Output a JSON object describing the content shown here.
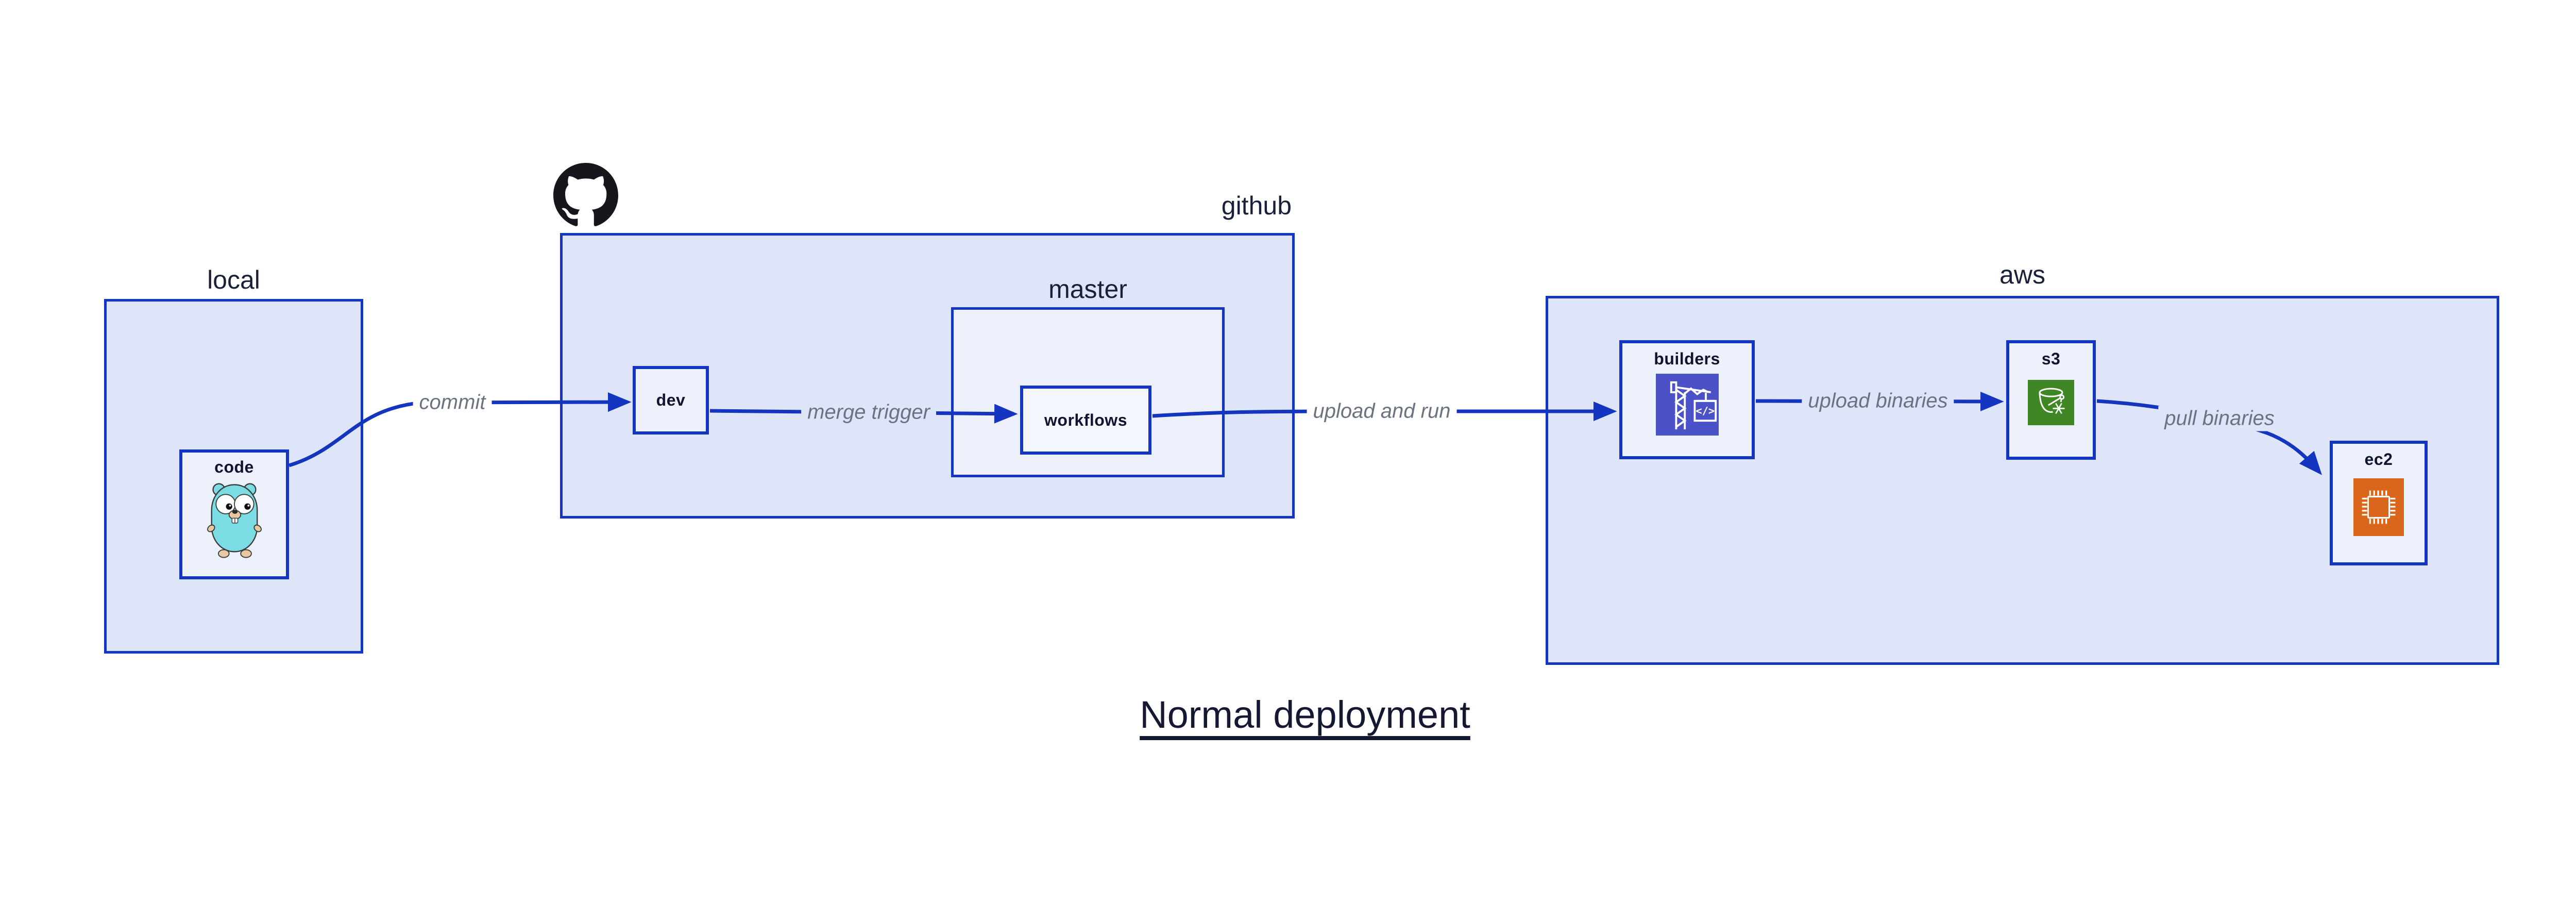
{
  "diagram": {
    "title": "Normal deployment",
    "containers": {
      "local": {
        "label": "local"
      },
      "github": {
        "label": "github",
        "icon": "github-octocat-icon"
      },
      "master": {
        "label": "master"
      },
      "aws": {
        "label": "aws"
      }
    },
    "nodes": {
      "code": {
        "label": "code",
        "icon": "go-gopher-icon"
      },
      "dev": {
        "label": "dev"
      },
      "workflows": {
        "label": "workflows"
      },
      "builders": {
        "label": "builders",
        "icon": "aws-codebuild-crane-icon"
      },
      "s3": {
        "label": "s3",
        "icon": "aws-s3-bucket-snowflake-icon"
      },
      "ec2": {
        "label": "ec2",
        "icon": "aws-ec2-chip-icon"
      }
    },
    "edges": [
      {
        "from": "code",
        "to": "dev",
        "label": "commit"
      },
      {
        "from": "dev",
        "to": "workflows",
        "label": "merge trigger"
      },
      {
        "from": "workflows",
        "to": "builders",
        "label": "upload and run"
      },
      {
        "from": "builders",
        "to": "s3",
        "label": "upload binaries"
      },
      {
        "from": "s3",
        "to": "ec2",
        "label": "pull binaries"
      }
    ],
    "colors": {
      "edge_blue": "#1335bf",
      "container_fill": "#dfe5f9",
      "nested_container_fill": "#edf0fb",
      "node_fill": "#edf1fc",
      "edge_label_gray": "#6b7280",
      "text_dark_navy": "#141931",
      "codebuild_indigo": "#4b52c7",
      "s3_green": "#3f8624",
      "ec2_orange": "#d9661a",
      "gopher_teal": "#7bdce4",
      "github_black": "#15171c"
    }
  }
}
